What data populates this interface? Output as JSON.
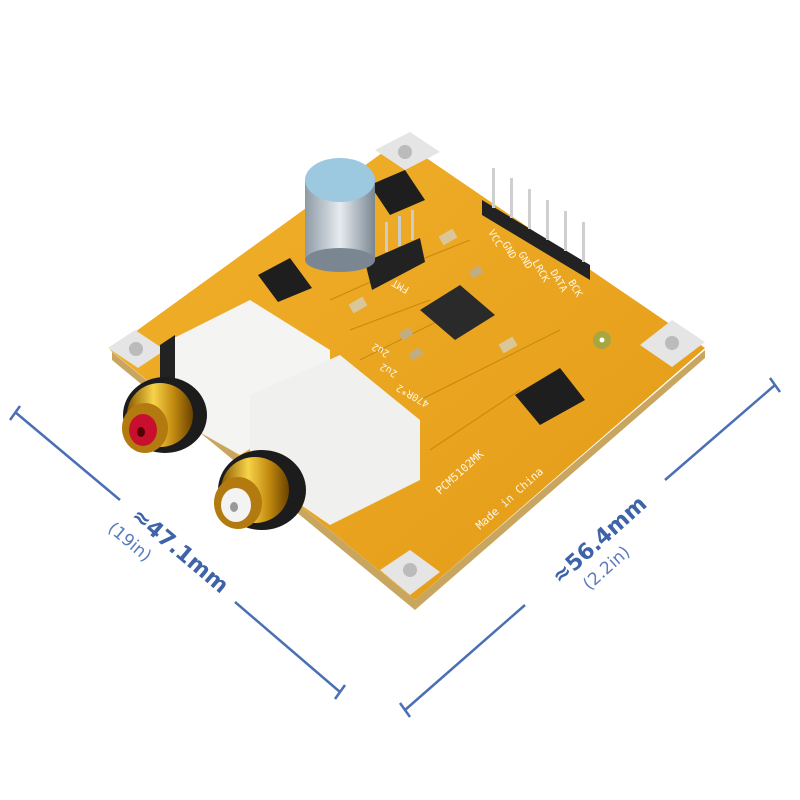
{
  "product": {
    "model_marking": "PCM5102MK",
    "origin_marking": "Made in China",
    "header_pins": [
      "VCC",
      "GND",
      "GND",
      "LRCK",
      "DATA",
      "BCK"
    ],
    "jumper_label": "FMT",
    "component_labels": [
      "2u2",
      "2u2",
      "470R*2"
    ]
  },
  "dimensions": {
    "width_mm": "≈47.1mm",
    "width_in": "(19in)",
    "length_mm": "≈56.4mm",
    "length_in": "(2.2in)"
  },
  "colors": {
    "pcb": "#e8a21e",
    "dimension_line": "#4a6fb5",
    "rca_red": "#c8102e",
    "rca_gold": "#d4a017"
  }
}
